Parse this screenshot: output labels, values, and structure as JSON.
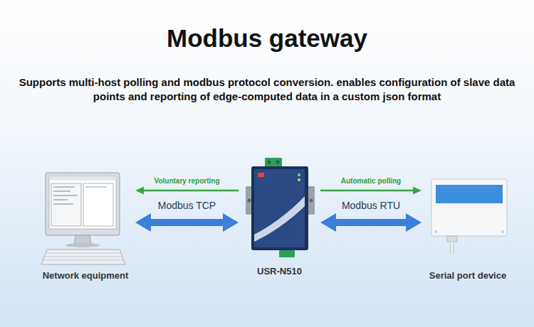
{
  "diagram": {
    "title": "Modbus gateway",
    "nodes": [
      {
        "text": [
          "Network equipment"
        ]
      },
      {
        "text": [
          "USR-N510"
        ]
      },
      {
        "text": [
          "Serial port device"
        ]
      }
    ],
    "edges": [
      {
        "from": 1,
        "to": 0,
        "label": "Voluntary reporting",
        "arrow": "to"
      },
      {
        "from": 0,
        "to": 1,
        "label": "Modbus TCP",
        "arrow": "both"
      },
      {
        "from": 1,
        "to": 2,
        "label": "Automatic polling",
        "arrow": "to"
      },
      {
        "from": 1,
        "to": 2,
        "label": "Modbus RTU",
        "arrow": "both"
      }
    ],
    "labels": [
      "Supports multi-host polling and modbus protocol conversion. enables configuration of slave data points and reporting of edge-computed data in a custom json format"
    ]
  }
}
